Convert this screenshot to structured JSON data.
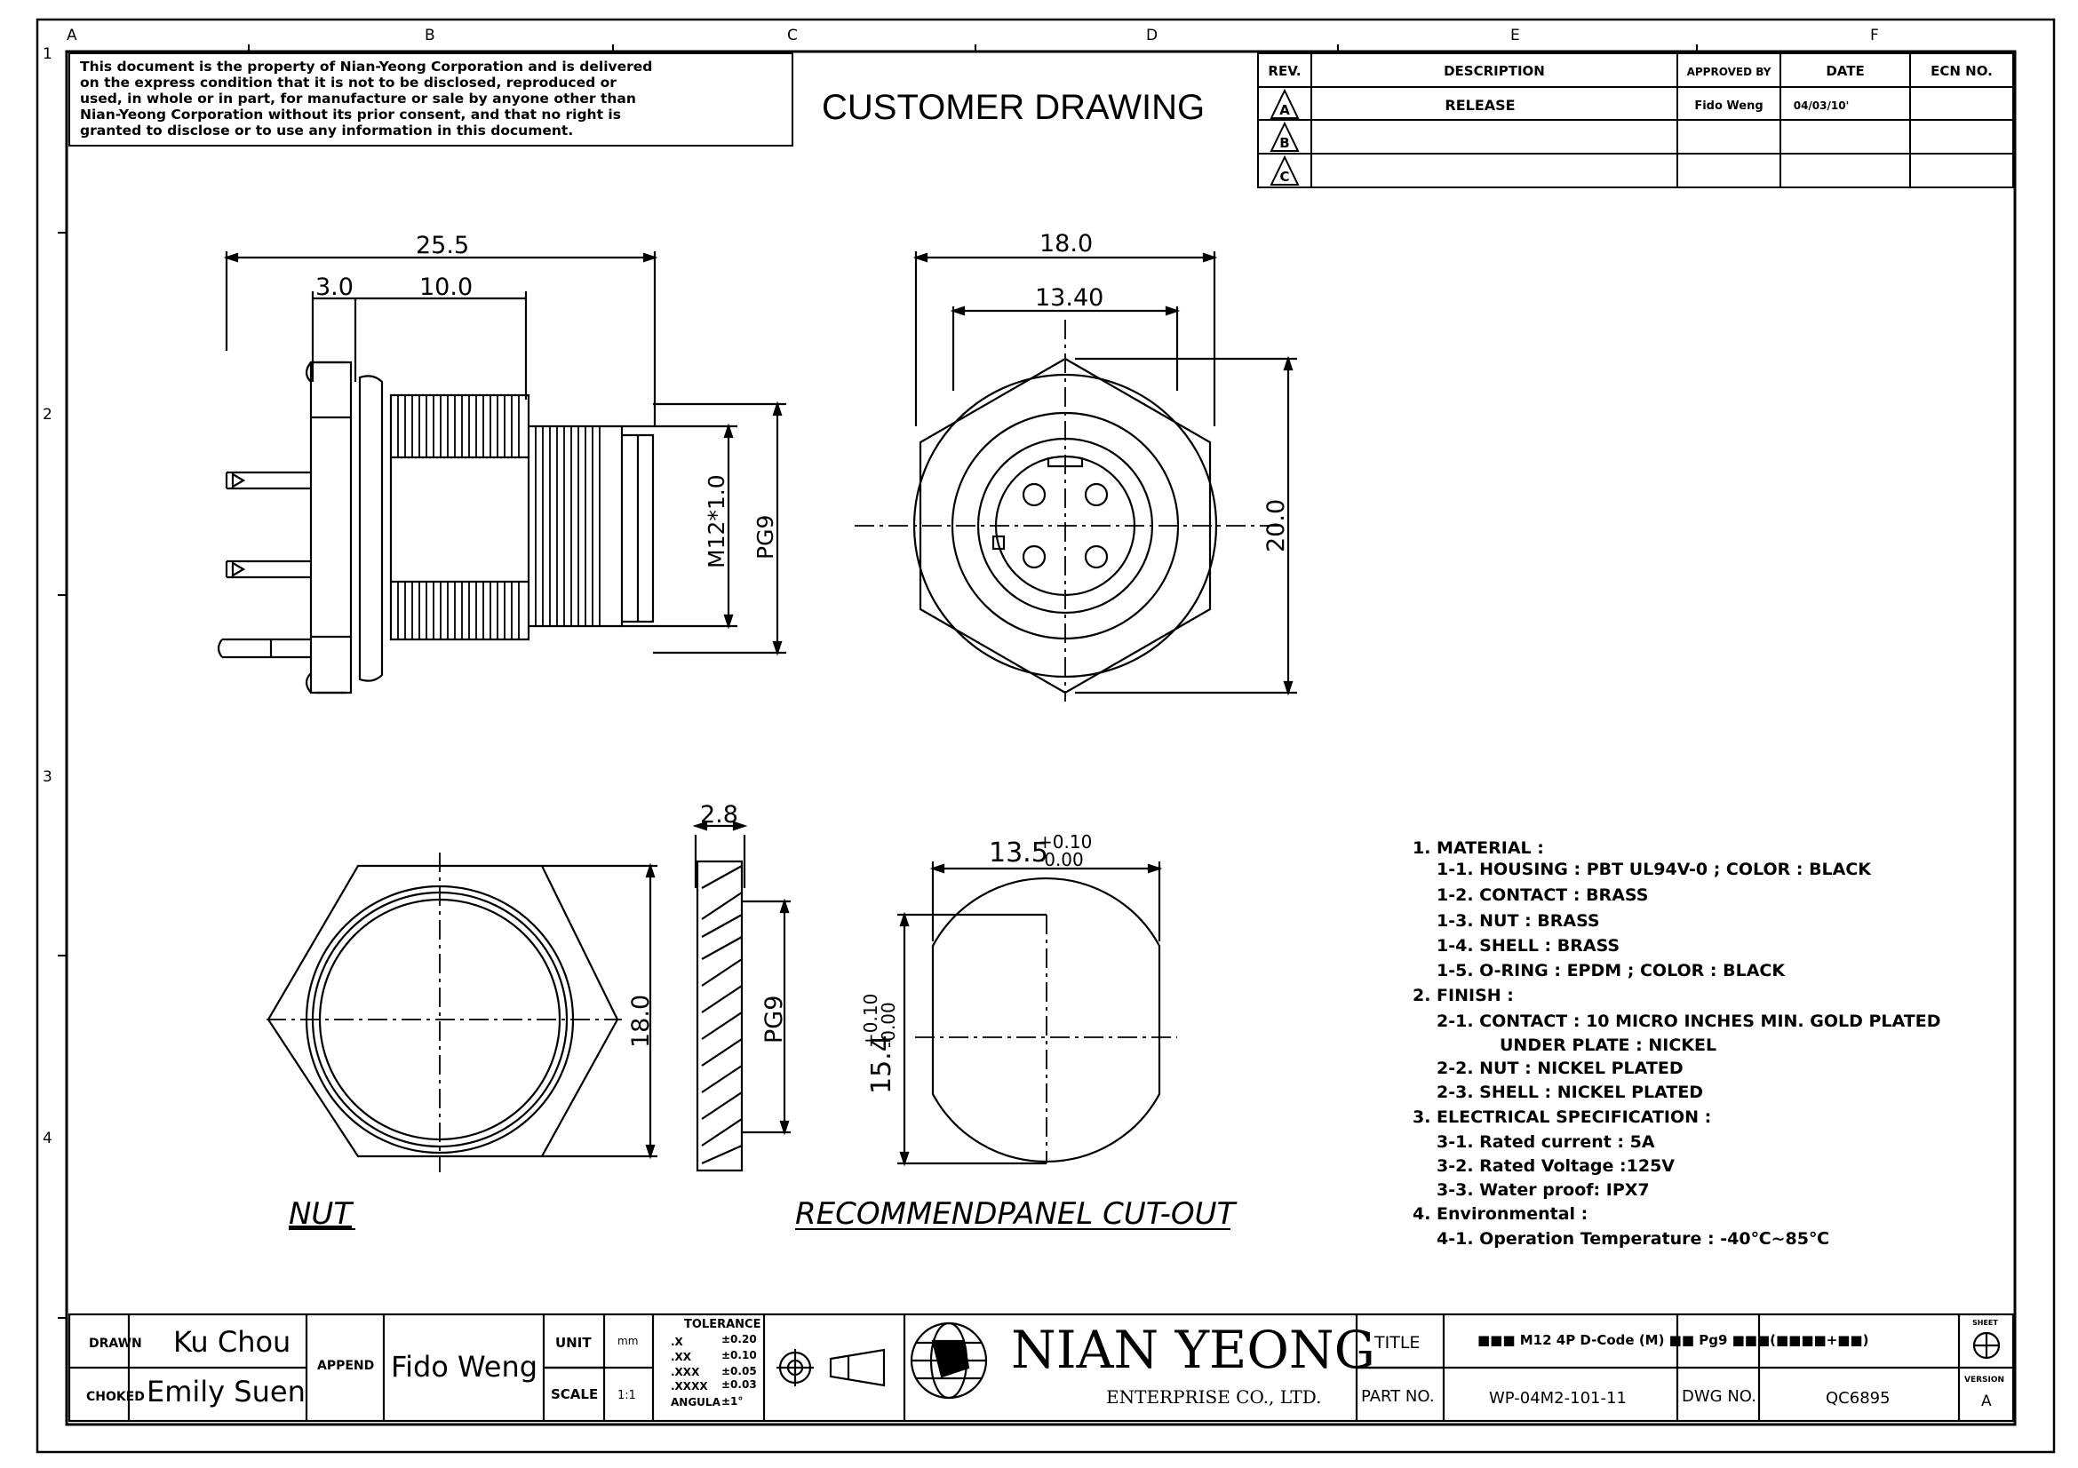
{
  "border": {
    "cols": [
      "A",
      "B",
      "C",
      "D",
      "E",
      "F"
    ],
    "rows": [
      "1",
      "2",
      "3",
      "4"
    ]
  },
  "notice": [
    "This document is the property of Nian-Yeong Corporation and is delivered",
    "on  the  express condition that it is not to be disclosed, reproduced or",
    "used, in whole or in part, for manufacture or sale by anyone other than",
    "Nian-Yeong Corporation without  its prior consent, and that  no right  is",
    "granted to disclose or to use any information in this  document."
  ],
  "header_title": "CUSTOMER  DRAWING",
  "revision_table": {
    "headers": [
      "REV.",
      "DESCRIPTION",
      "APPROVED BY",
      "DATE",
      "ECN NO."
    ],
    "rows": [
      {
        "rev": "A",
        "description": "RELEASE",
        "approved": "Fido Weng",
        "date": "04/03/10'",
        "ecn": ""
      },
      {
        "rev": "B",
        "description": "",
        "approved": "",
        "date": "",
        "ecn": ""
      },
      {
        "rev": "C",
        "description": "",
        "approved": "",
        "date": "",
        "ecn": ""
      }
    ]
  },
  "side_view": {
    "dim_overall": "25.5",
    "dim_flange": "3.0",
    "dim_thread": "10.0",
    "dim_m12": "M12*1.0",
    "dim_pg9": "PG9"
  },
  "front_view": {
    "dim_outer": "18.0",
    "dim_inner": "13.40",
    "dim_height": "20.0"
  },
  "nut_view": {
    "dim_height": "18.0",
    "label": "NUT"
  },
  "nut_side": {
    "dim_thickness": "2.8",
    "dim_pg9": "PG9"
  },
  "cutout": {
    "dim_width": "13.5",
    "dim_width_tol_plus": "+0.10",
    "dim_width_tol_minus": "-0.00",
    "dim_height": "15.4",
    "dim_height_tol_plus": "+0.10",
    "dim_height_tol_minus": "-0.00",
    "label": "RECOMMENDPANEL  CUT-OUT"
  },
  "spec_notes": [
    "1.  MATERIAL  :",
    "1-1.  HOUSING  :  PBT  UL94V-0  ;  COLOR  :  BLACK",
    "1-2.  CONTACT  :  BRASS",
    "1-3.  NUT  :  BRASS",
    "1-4.  SHELL  :  BRASS",
    "1-5.  O-RING  :  EPDM  ;  COLOR  :  BLACK",
    "2.  FINISH  :",
    "2-1.  CONTACT  :  10  MICRO  INCHES  MIN.  GOLD  PLATED",
    "UNDER  PLATE  :  NICKEL",
    "2-2.  NUT  :  NICKEL  PLATED",
    "2-3.  SHELL  :  NICKEL  PLATED",
    "3.  ELECTRICAL  SPECIFICATION  :",
    "3-1.  Rated  current  :  5A",
    "3-2.  Rated  Voltage  :125V",
    "3-3.  Water  proof:  IPX7",
    "4.  Environmental  :",
    "4-1.  Operation  Temperature  :  -40℃~85℃"
  ],
  "title_block": {
    "drawn_label": "DRAWN",
    "drawn_by": "Ku Chou",
    "checked_label": "CHOKED",
    "checked_by": "Emily Suen",
    "append_label": "APPEND",
    "append_by": "Fido Weng",
    "unit_label": "UNIT",
    "unit_value": "mm",
    "scale_label": "SCALE",
    "scale_value": "1:1",
    "tolerance_title": "TOLERANCE",
    "tolerances": [
      {
        "k": ".X",
        "v": "±0.20"
      },
      {
        "k": ".XX",
        "v": "±0.10"
      },
      {
        "k": ".XXX",
        "v": "±0.05"
      },
      {
        "k": ".XXXX",
        "v": "±0.03"
      },
      {
        "k": "ANGULA",
        "v": "±1°"
      }
    ],
    "company_name": "NIAN  YEONG",
    "company_sub": "ENTERPRISE CO., LTD.",
    "title_label": "TITLE",
    "title_value": "■■■ M12  4P  D-Code  (M)  ■■  Pg9  ■■■(■■■■+■■)",
    "part_label": "PART NO.",
    "part_value": "WP-04M2-101-11",
    "dwg_label": "DWG NO.",
    "dwg_value": "QC6895",
    "sheet_label": "SHEET",
    "version_label": "VERSION",
    "version_value": "A"
  }
}
